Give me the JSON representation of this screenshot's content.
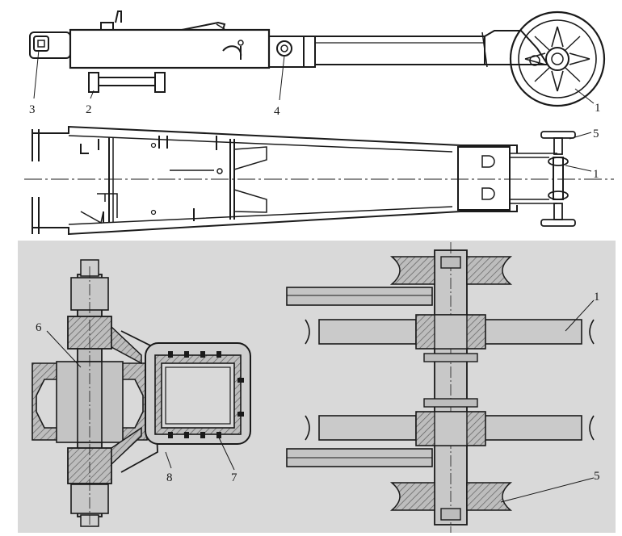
{
  "figure": {
    "labels": {
      "one": "1",
      "two": "2",
      "three": "3",
      "four": "4",
      "five": "5",
      "six": "6",
      "seven": "7",
      "eight": "8"
    },
    "colors": {
      "ink": "#1a1a1a",
      "paper": "#ffffff",
      "section_background": "#d9d9d9",
      "section_part": "#bdbdbd",
      "hatch": "#6e6e6e"
    }
  }
}
